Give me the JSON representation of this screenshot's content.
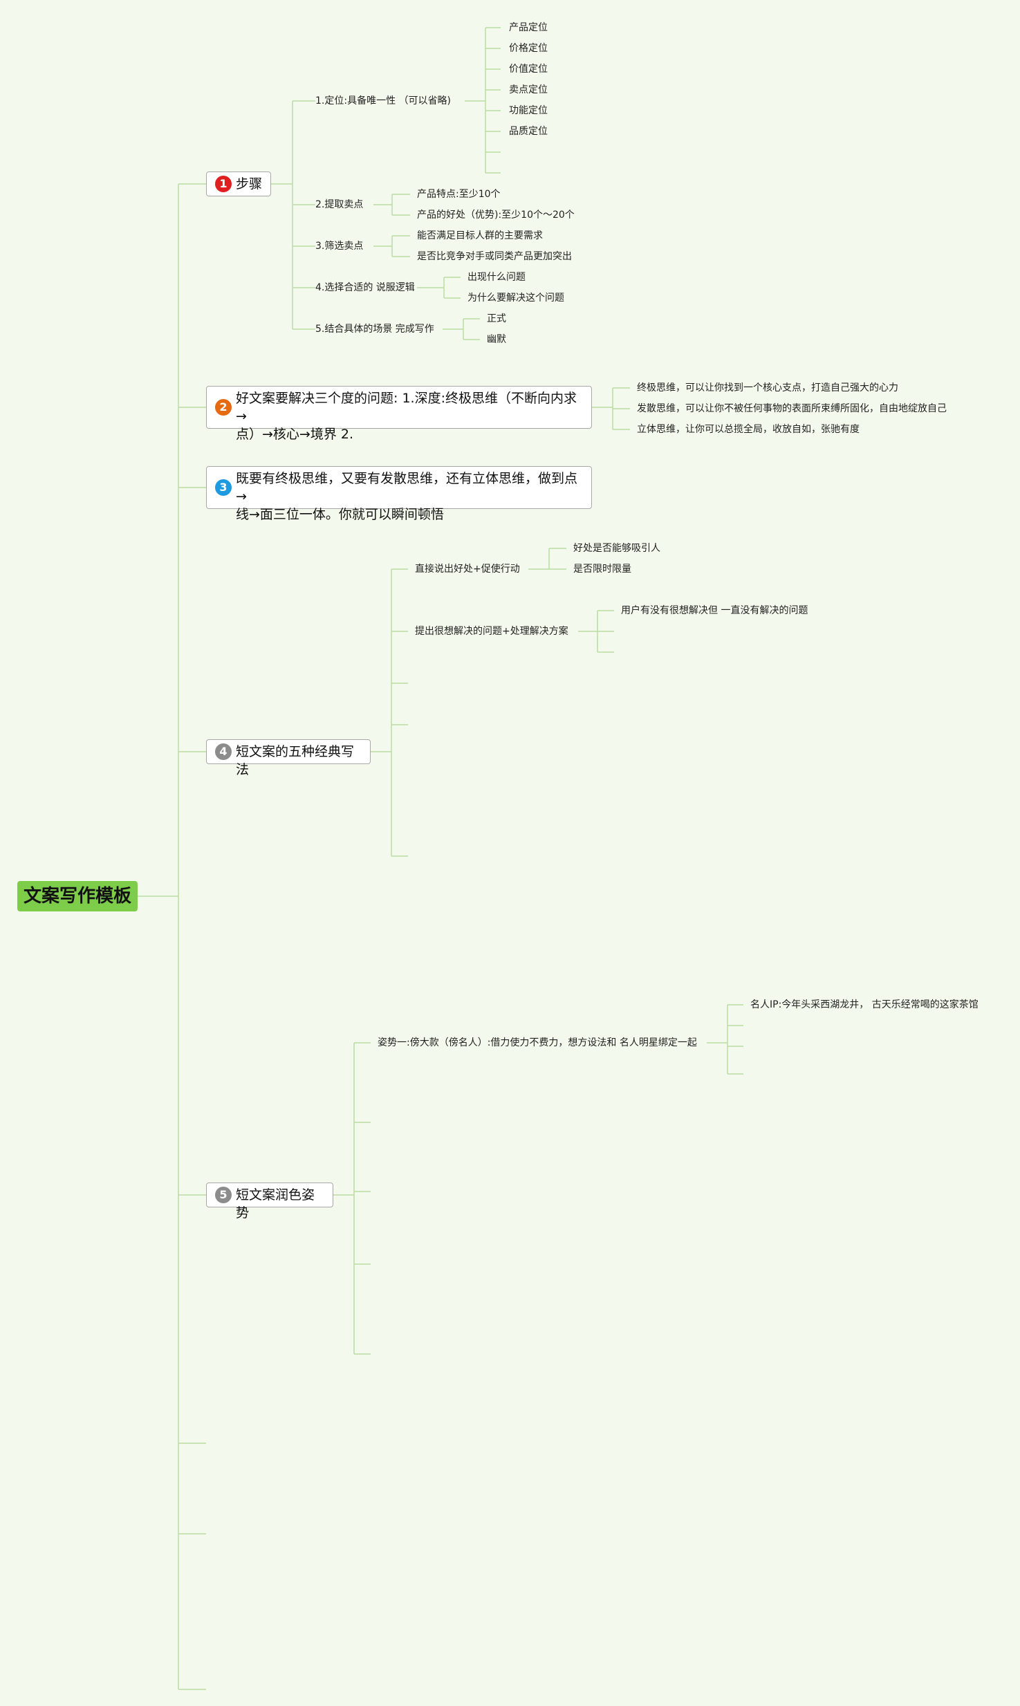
{
  "root": {
    "label": "文案写作模板"
  },
  "colors": {
    "line": "#b9dca2",
    "badge1": "#e02020",
    "badge2": "#e66a12",
    "badge3": "#1e9be0",
    "badge4": "#8c8c8c",
    "badge5": "#8c8c8c",
    "root_bg": "#7dcc4a"
  },
  "topics": [
    {
      "badge": "1",
      "label": "步骤",
      "children": [
        {
          "label": "1.定位:具备唯一性 （可以省略)",
          "children": [
            "产品定位",
            "价格定位",
            "价值定位",
            "卖点定位",
            "功能定位",
            "品质定位",
            "",
            ""
          ]
        },
        {
          "label": "2.提取卖点",
          "children": [
            "产品特点:至少10个",
            "产品的好处（优势):至少10个～20个"
          ]
        },
        {
          "label": "3.筛选卖点",
          "children": [
            "能否满足目标人群的主要需求",
            "是否比竞争对手或同类产品更加突出"
          ]
        },
        {
          "label": "4.选择合适的 说服逻辑",
          "children": [
            "出现什么问题",
            "为什么要解决这个问题"
          ]
        },
        {
          "label": "5.结合具体的场景 完成写作",
          "children": [
            "正式",
            "幽默"
          ]
        }
      ]
    },
    {
      "badge": "2",
      "label_line1": "好文案要解决三个度的问题: 1.深度:终极思维（不断向内求→",
      "label_line2": "点）→核心→境界 2.",
      "children": [
        "终极思维，可以让你找到一个核心支点，打造自己强大的心力",
        "发散思维，可以让你不被任何事物的表面所束缚所固化，自由地绽放自己",
        "立体思维，让你可以总揽全局，收放自如，张驰有度"
      ]
    },
    {
      "badge": "3",
      "label_line1": "既要有终极思维，又要有发散思维，还有立体思维，做到点→",
      "label_line2": "线→面三位一体。你就可以瞬间顿悟"
    },
    {
      "badge": "4",
      "label": "短文案的五种经典写法",
      "children": [
        {
          "label": "直接说出好处+促使行动",
          "children": [
            "好处是否能够吸引人",
            "是否限时限量"
          ]
        },
        {
          "label": "提出很想解决的问题+处理解决方案",
          "children": [
            "用户有没有很想解决但 一直没有解决的问题",
            "",
            ""
          ]
        },
        {
          "label": ""
        },
        {
          "label": ""
        },
        {
          "label": ""
        }
      ]
    },
    {
      "badge": "5",
      "label": "短文案润色姿势",
      "children": [
        {
          "label": "姿势一:傍大款（傍名人）:借力使力不费力，想方设法和 名人明星绑定一起",
          "children": [
            "名人IP:今年头采西湖龙井， 古天乐经常喝的这家茶馆",
            "",
            "",
            ""
          ]
        },
        {
          "label": ""
        },
        {
          "label": ""
        },
        {
          "label": ""
        },
        {
          "label": ""
        }
      ]
    }
  ]
}
